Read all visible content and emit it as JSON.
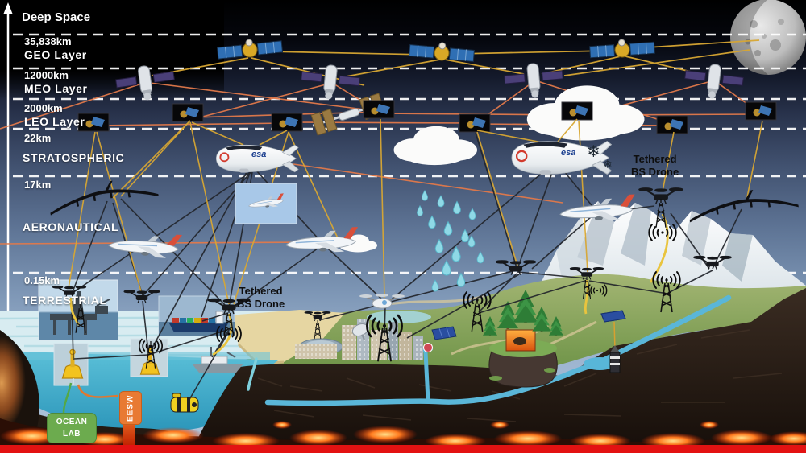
{
  "axis": {
    "layers": [
      {
        "altitude": "",
        "name": "Deep Space"
      },
      {
        "altitude": "35,838km",
        "name": "GEO Layer"
      },
      {
        "altitude": "12000km",
        "name": "MEO Layer"
      },
      {
        "altitude": "2000km",
        "name": "LEO Layer"
      },
      {
        "altitude": "22km",
        "name": "STRATOSPHERIC"
      },
      {
        "altitude": "17km",
        "name": "AERONAUTICAL"
      },
      {
        "altitude": "0.15km",
        "name": "TERRESTRIAL"
      }
    ]
  },
  "annotations": {
    "tethered_left": {
      "line1": "Tethered",
      "line2": "BS Drone"
    },
    "tethered_right": {
      "line1": "Tethered",
      "line2": "BS Drone"
    }
  },
  "boxes": {
    "ocean_lab": {
      "line1": "OCEAN",
      "line2": "LAB"
    },
    "eesw": {
      "label": "EESW"
    }
  },
  "vehicles": {
    "airship_logo": "esa"
  },
  "icons": {
    "snowflake": "❄"
  },
  "colors": {
    "link_gold": "#d8a733",
    "link_orange": "#e2794a",
    "link_dark": "#22252b",
    "tether_yellow": "#e9c43e",
    "layer_line_white": "#ffffff",
    "label_text": "#ffffff",
    "ocean_lab_green": "#6cab4e",
    "eesw_orange": "#e87a33",
    "sea_teal": "#3aa9c9",
    "lava_strip_red": "#e31212"
  }
}
